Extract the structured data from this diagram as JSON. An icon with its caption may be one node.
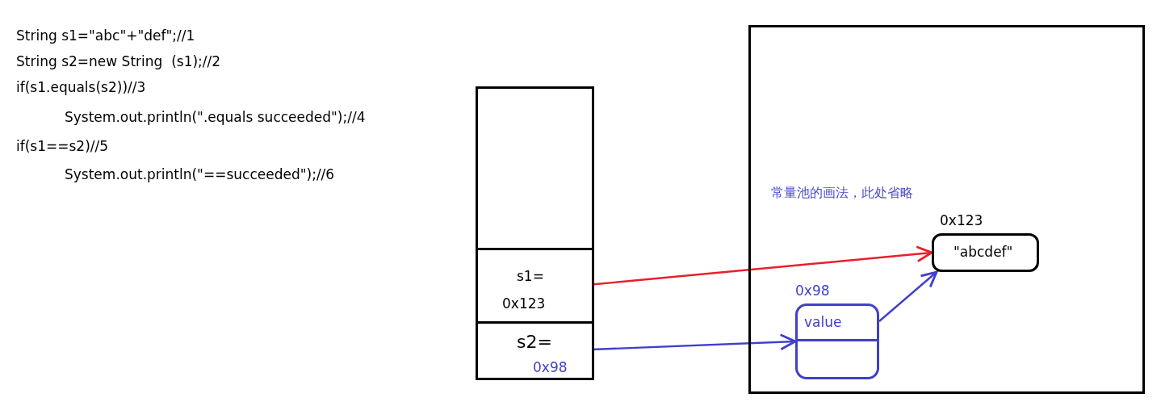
{
  "diagram": {
    "nodes": [
      {
        "text": [],
        "shape": "box"
      },
      {
        "text": [
          "s1=",
          "0x123"
        ],
        "in": 0
      },
      {
        "text": [
          "s2=",
          "0x98"
        ],
        "in": 0
      },
      {
        "text": [],
        "shape": "box"
      },
      {
        "text": [
          "\"abcdef\""
        ],
        "beside": [
          "0x123"
        ],
        "in": 3
      },
      {
        "text": [
          "value"
        ],
        "beside": [
          "0x98"
        ],
        "in": 3
      }
    ],
    "edges": [
      {
        "from": 1,
        "to": 4,
        "arrow": "to",
        "color": "#e8202a"
      },
      {
        "from": 2,
        "to": 5,
        "arrow": "to"
      },
      {
        "from": 5,
        "to": 4,
        "arrow": "to"
      }
    ],
    "labels": [
      "String s1=\"abc\"+\"def\";//1",
      "String s2=new String  (s1);//2",
      "if(s1.equals(s2))//3",
      "System.out.println(\".equals succeeded\");//4",
      "if(s1==s2)//5",
      "System.out.println(\"==succeeded\");//6",
      "常量池的画法，此处省略"
    ]
  }
}
